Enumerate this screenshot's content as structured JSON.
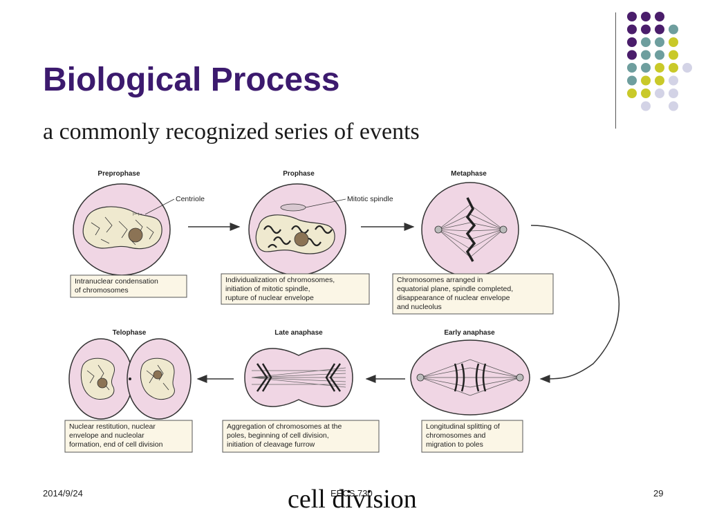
{
  "slide": {
    "title": "Biological Process",
    "subtitle": "a commonly recognized series of events",
    "caption": "cell division"
  },
  "footer": {
    "date": "2014/9/24",
    "course": "EECS 730",
    "page": "29"
  },
  "colors": {
    "title": "#3c1a6e",
    "dot_purple": "#4a1d6b",
    "dot_teal": "#6e9e9e",
    "dot_yellow": "#c9c929",
    "dot_lavender": "#d3d3e6",
    "cell_fill": "#f0d6e4",
    "box_fill": "#fbf6e6"
  },
  "diagram": {
    "phases": [
      {
        "name": "Preprophase",
        "description": [
          "Intranuclear condensation",
          "of chromosomes"
        ]
      },
      {
        "name": "Prophase",
        "description": [
          "Individualization of chromosomes,",
          "initiation of mitotic spindle,",
          "rupture of nuclear envelope"
        ]
      },
      {
        "name": "Metaphase",
        "description": [
          "Chromosomes arranged in",
          "equatorial plane, spindle completed,",
          "disappearance of nuclear envelope",
          "and nucleolus"
        ]
      },
      {
        "name": "Early anaphase",
        "description": [
          "Longitudinal splitting of",
          "chromosomes and",
          "migration to poles"
        ]
      },
      {
        "name": "Late anaphase",
        "description": [
          "Aggregation of chromosomes at the",
          "poles, beginning of cell division,",
          "initiation of cleavage furrow"
        ]
      },
      {
        "name": "Telophase",
        "description": [
          "Nuclear restitution, nuclear",
          "envelope and nucleolar",
          "formation, end of cell division"
        ]
      }
    ],
    "labels": {
      "centriole": "Centriole",
      "mitotic_spindle": "Mitotic spindle"
    }
  }
}
